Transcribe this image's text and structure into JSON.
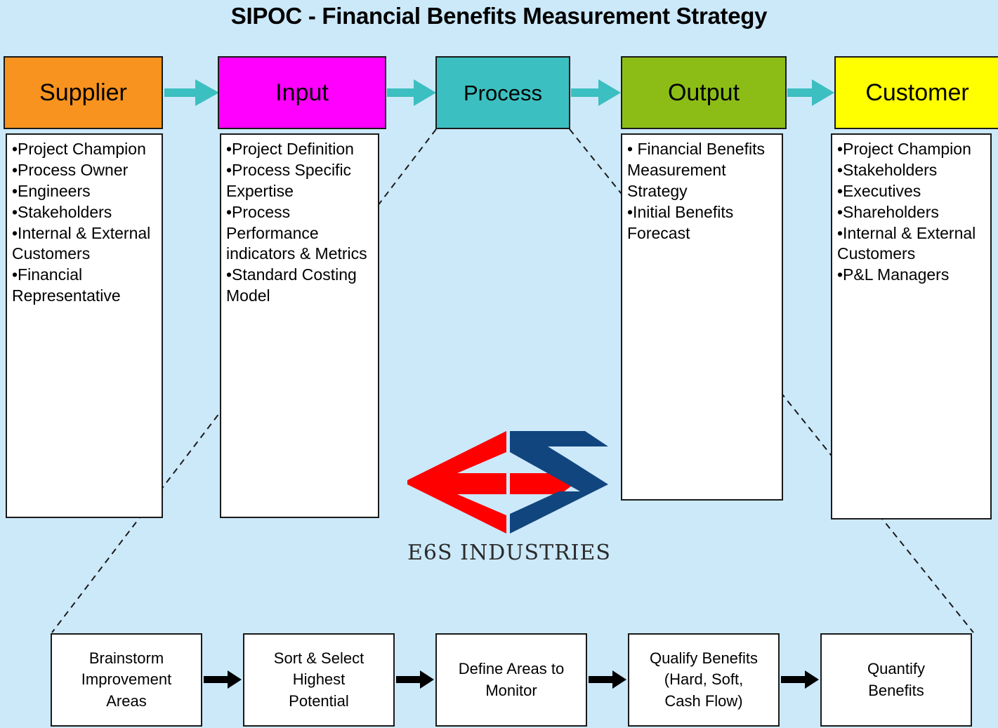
{
  "title": "SIPOC - Financial Benefits Measurement Strategy",
  "background_color": "#cce9fa",
  "sipoc": {
    "columns": [
      {
        "key": "supplier",
        "header": "Supplier",
        "header_color": "#F7931E",
        "items": [
          "•Project Champion",
          "•Process Owner",
          "•Engineers",
          "•Stakeholders",
          "•Internal & External Customers",
          "•Financial Representative"
        ],
        "items_text": "•Project Champion\n•Process Owner\n•Engineers\n•Stakeholders\n•Internal & External Customers\n•Financial Representative"
      },
      {
        "key": "input",
        "header": "Input",
        "header_color": "#FF00FF",
        "items": [
          "•Project Definition",
          "•Process Specific Expertise",
          "•Process Performance indicators & Metrics",
          "•Standard Costing Model"
        ],
        "items_text": "•Project Definition\n•Process Specific Expertise\n•Process Performance indicators & Metrics\n•Standard Costing Model"
      },
      {
        "key": "process",
        "header": "Process",
        "header_color": "#3CBFC0",
        "items": [],
        "items_text": ""
      },
      {
        "key": "output",
        "header": "Output",
        "header_color": "#8CBD16",
        "items": [
          "• Financial Benefits Measurement Strategy",
          "•Initial Benefits Forecast"
        ],
        "items_text": "• Financial Benefits Measurement Strategy\n•Initial Benefits Forecast"
      },
      {
        "key": "customer",
        "header": "Customer",
        "header_color": "#FFFF00",
        "items": [
          "•Project Champion",
          "•Stakeholders",
          "•Executives",
          "•Shareholders",
          "•Internal & External Customers",
          "•P&L Managers"
        ],
        "items_text": "•Project Champion\n•Stakeholders\n•Executives\n•Shareholders\n•Internal & External Customers\n•P&L Managers"
      }
    ],
    "flow_arrow_color": "#3CBFC0"
  },
  "logo": {
    "name": "E6S INDUSTRIES",
    "red": "#FF0000",
    "blue": "#11457E"
  },
  "process_flow": {
    "arrow_color": "#000000",
    "steps": [
      "Brainstorm\nImprovement\nAreas",
      "Sort & Select\nHighest\nPotential",
      "Define Areas to\nMonitor",
      "Qualify Benefits\n(Hard, Soft,\nCash Flow)",
      "Quantify\nBenefits"
    ]
  },
  "connectors": {
    "style": "dashed",
    "color": "#1a1a1a",
    "left_line": "process-bottom-left to first-step-top-left",
    "right_line": "process-bottom-right to last-step-top-right"
  }
}
